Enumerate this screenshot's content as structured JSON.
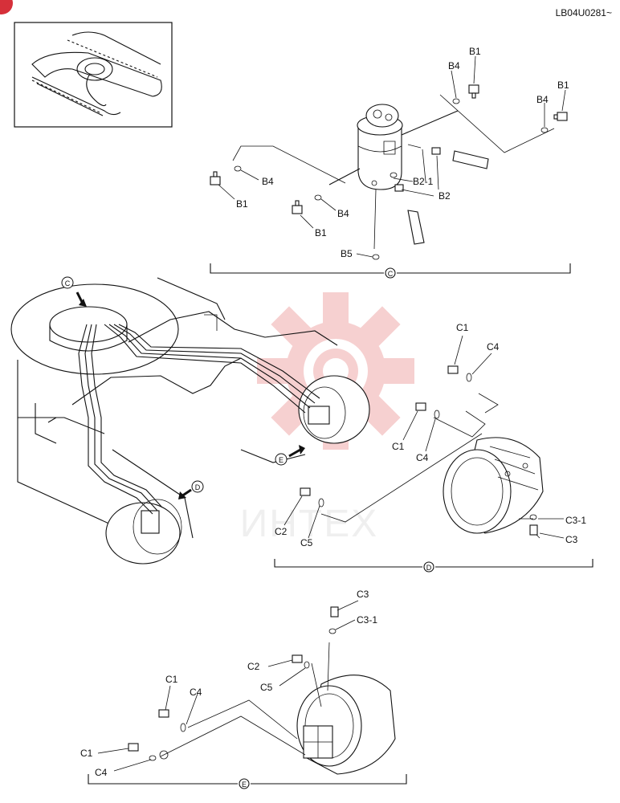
{
  "doc_code": "LB04U0281~",
  "watermark_text": "ИНТЕХ",
  "colors": {
    "watermark": "#e05a5a",
    "ink": "#111111",
    "badge": "#d6303a"
  },
  "views": {
    "C": "C",
    "D": "D",
    "E": "E"
  },
  "labels": {
    "b1": "B1",
    "b2": "B2",
    "b2_1": "B2-1",
    "b4": "B4",
    "b5": "B5",
    "c1": "C1",
    "c2": "C2",
    "c3": "C3",
    "c3_1": "C3-1",
    "c4": "C4",
    "c5": "C5"
  }
}
